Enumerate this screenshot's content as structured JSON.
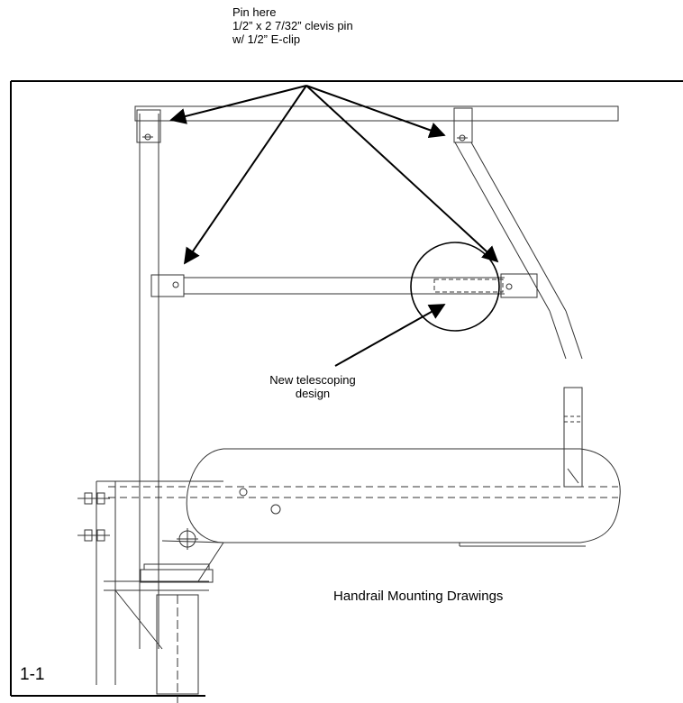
{
  "callout_top": {
    "line1": "Pin here",
    "line2": "1/2” x 2 7/32” clevis pin",
    "line3": "w/ 1/2” E-clip"
  },
  "callout_mid": {
    "line1": "New telescoping",
    "line2": "design"
  },
  "caption": "Handrail Mounting Drawings",
  "figure_id": "1-1"
}
